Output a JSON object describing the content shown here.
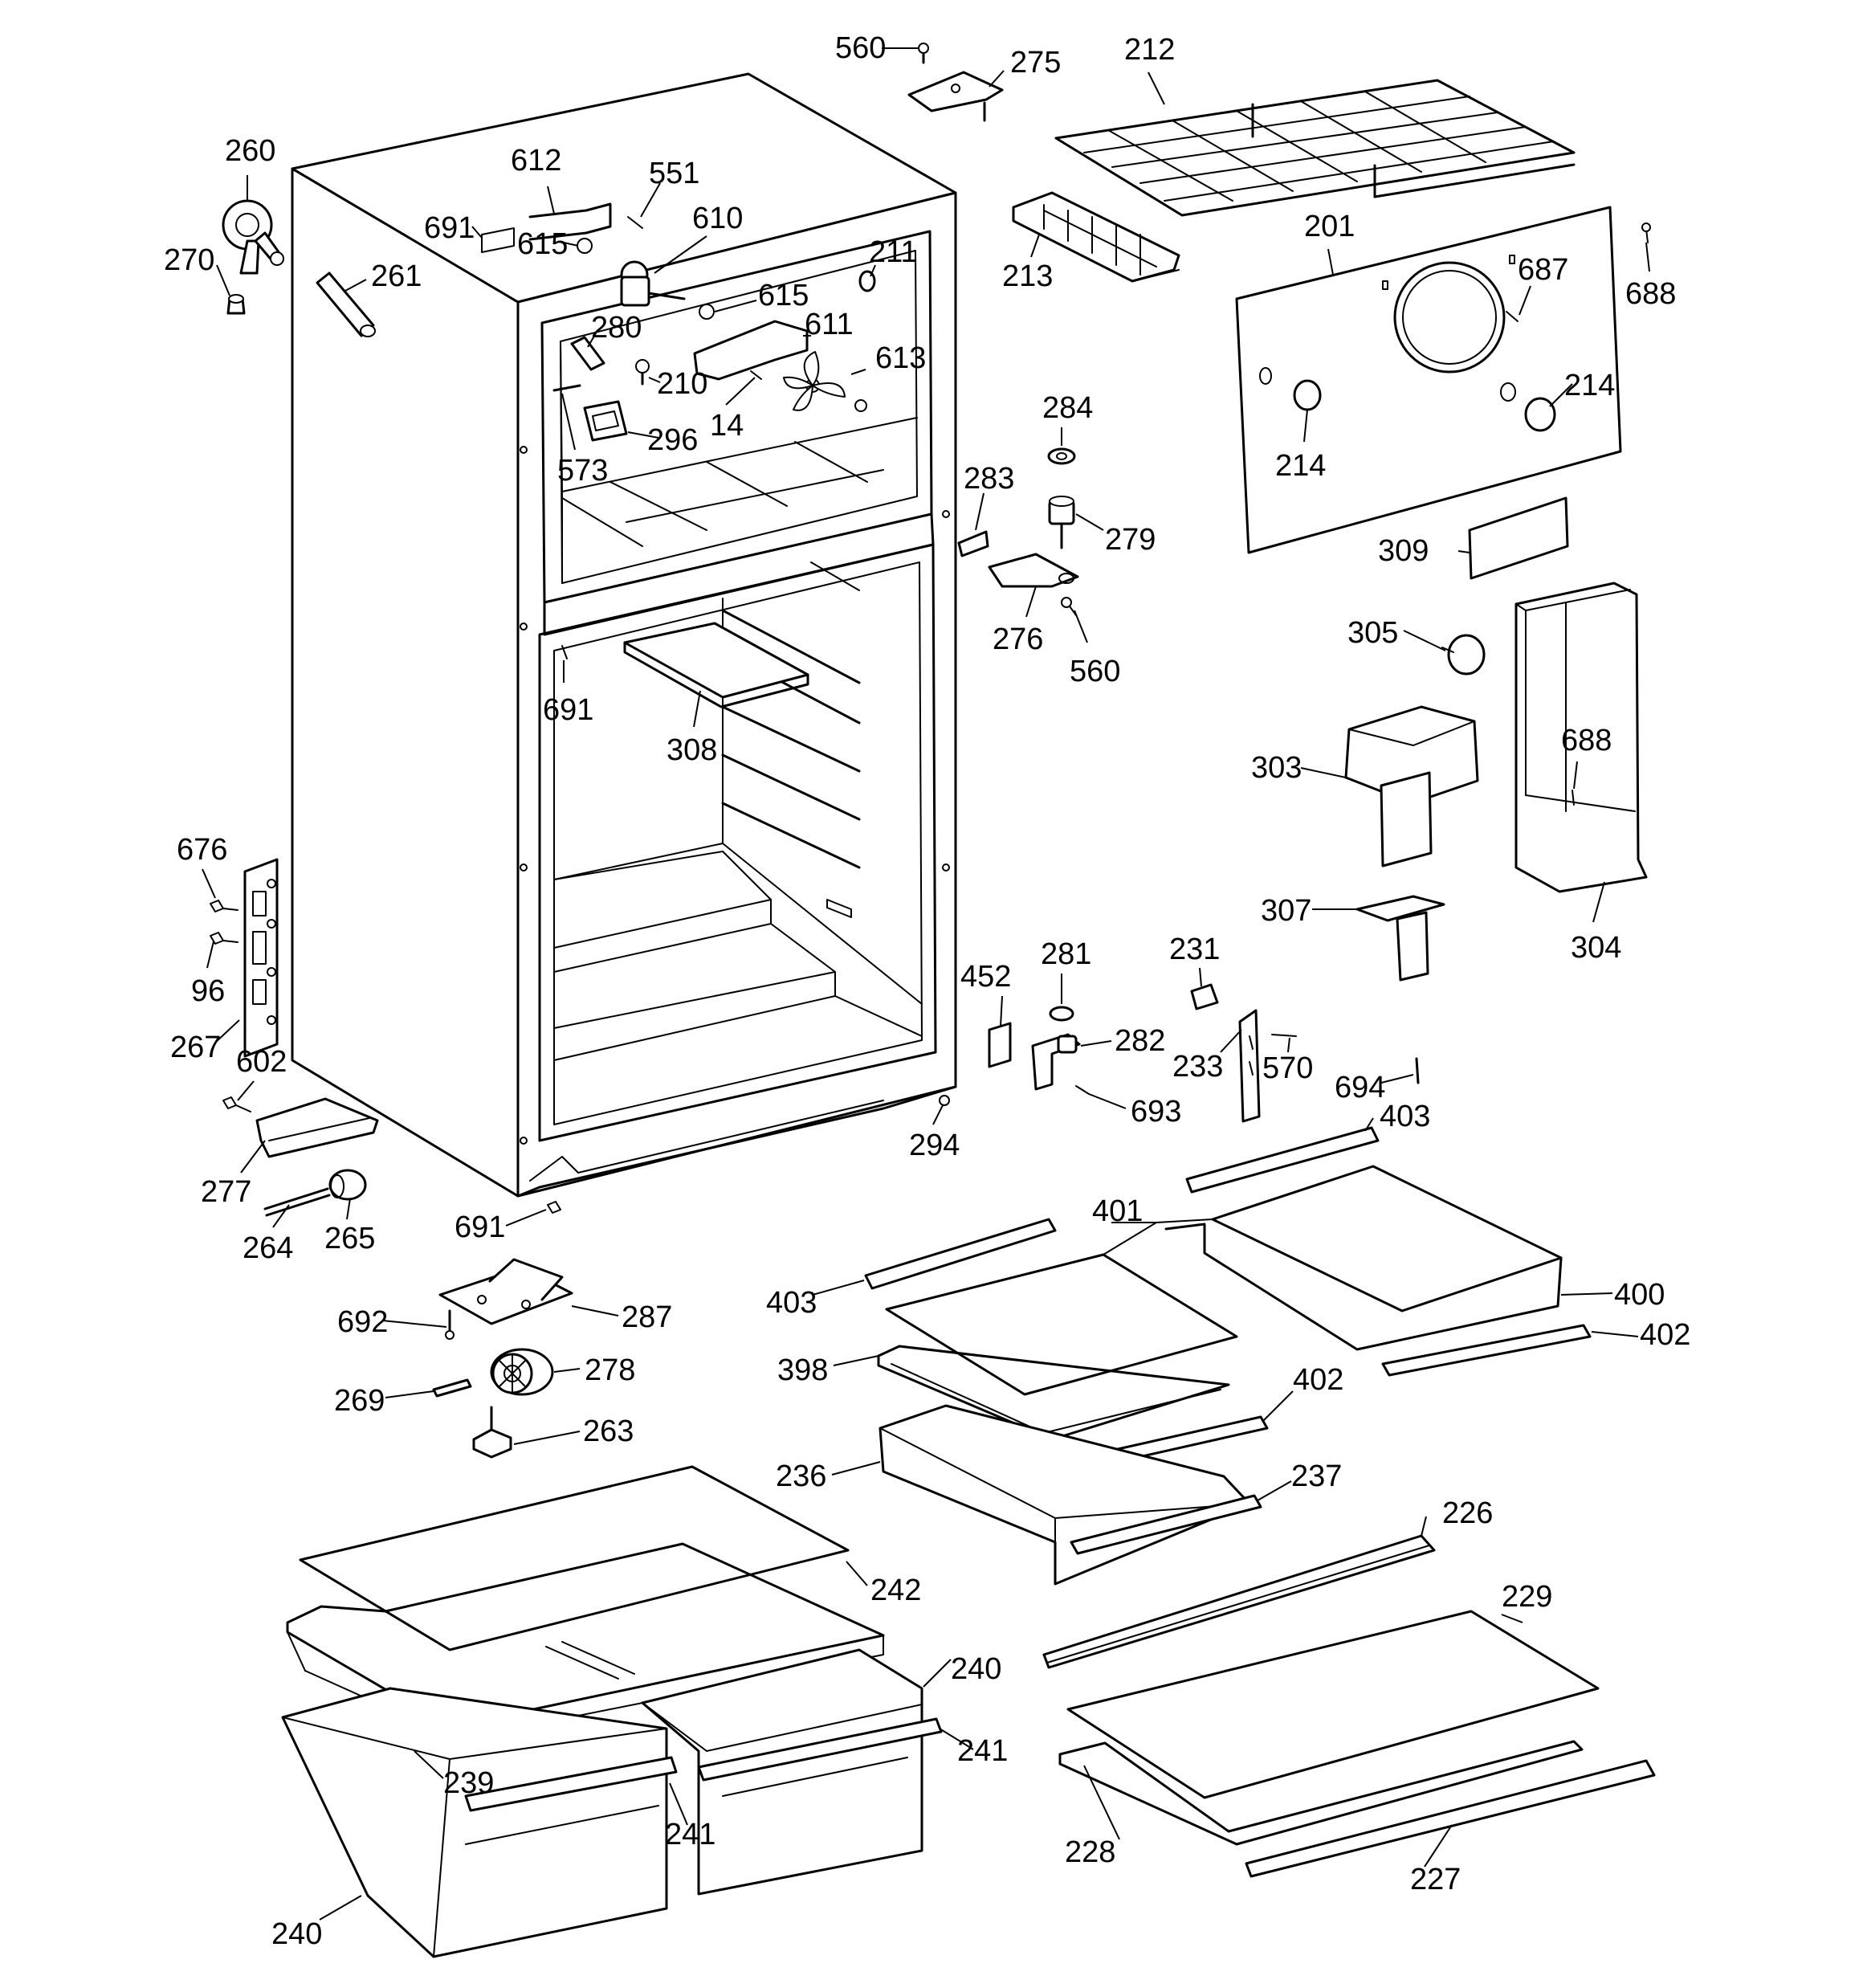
{
  "callouts": {
    "c560a": "560",
    "c275": "275",
    "c212": "212",
    "c260": "260",
    "c612": "612",
    "c551": "551",
    "c691a": "691",
    "c610": "610",
    "c615a": "615",
    "c270": "270",
    "c261": "261",
    "c615b": "615",
    "c211": "211",
    "c280": "280",
    "c611": "611",
    "c210": "210",
    "c613": "613",
    "c14": "14",
    "c296": "296",
    "c573": "573",
    "c213": "213",
    "c201": "201",
    "c687": "687",
    "c688a": "688",
    "c214a": "214",
    "c214b": "214",
    "c284": "284",
    "c283": "283",
    "c279": "279",
    "c309": "309",
    "c276": "276",
    "c560b": "560",
    "c305": "305",
    "c691b": "691",
    "c308": "308",
    "c688b": "688",
    "c303": "303",
    "c676": "676",
    "c96": "96",
    "c307": "307",
    "c304": "304",
    "c267": "267",
    "c452": "452",
    "c281": "281",
    "c231": "231",
    "c282": "282",
    "c233": "233",
    "c570": "570",
    "c602": "602",
    "c694": "694",
    "c693": "693",
    "c294": "294",
    "c403a": "403",
    "c277": "277",
    "c691c": "691",
    "c264": "264",
    "c265": "265",
    "c401": "401",
    "c403b": "403",
    "c400": "400",
    "c692": "692",
    "c287": "287",
    "c402a": "402",
    "c398": "398",
    "c278": "278",
    "c269": "269",
    "c402b": "402",
    "c263": "263",
    "c236": "236",
    "c237": "237",
    "c226": "226",
    "c242": "242",
    "c229": "229",
    "c240a": "240",
    "c241a": "241",
    "c239": "239",
    "c241b": "241",
    "c228": "228",
    "c227": "227",
    "c240b": "240"
  }
}
